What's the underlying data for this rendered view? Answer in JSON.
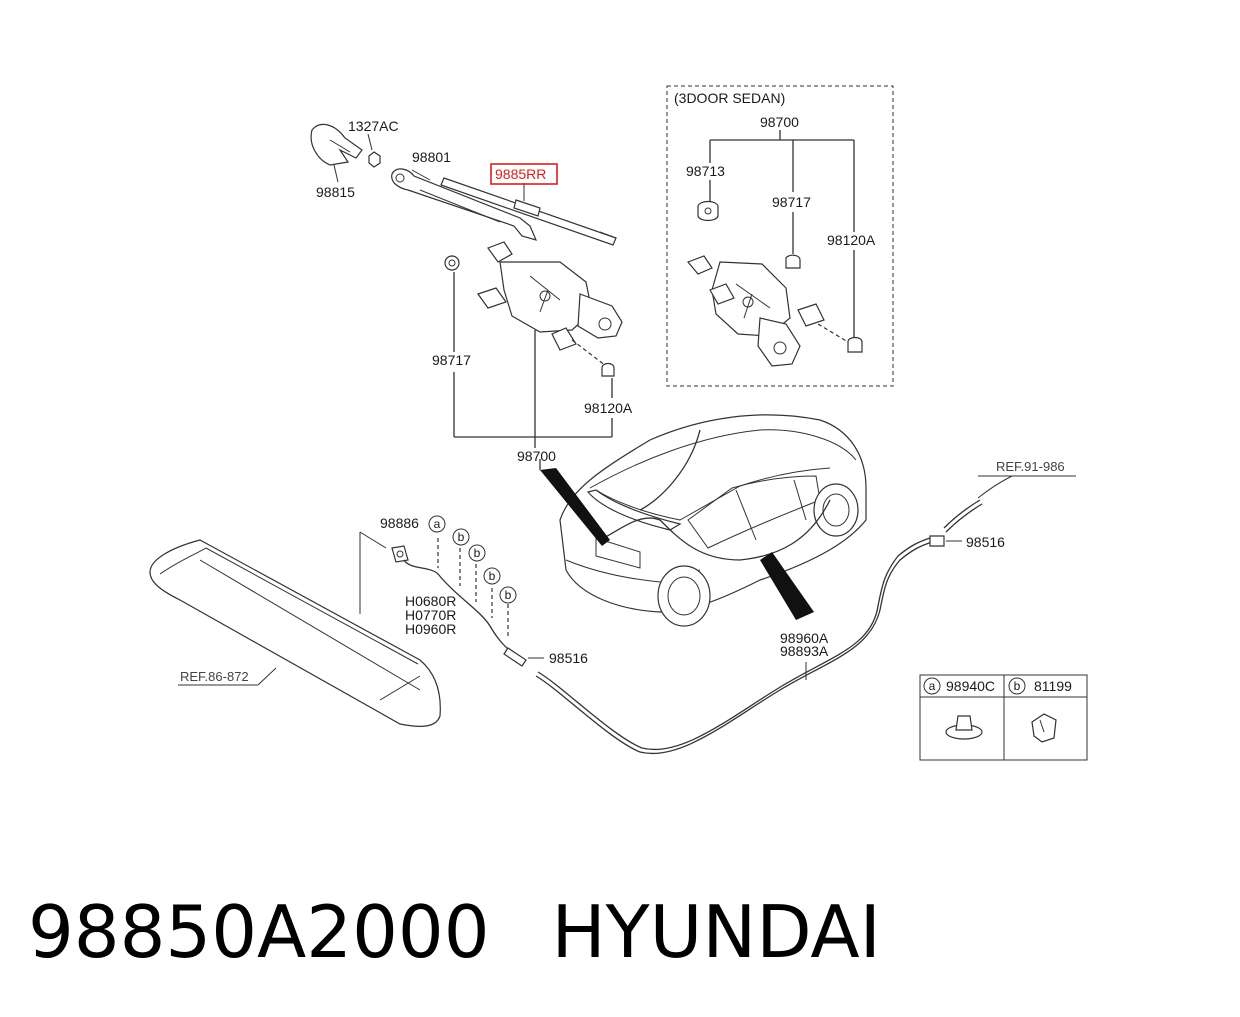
{
  "footer": {
    "part_number": "98850A2000",
    "brand": "HYUNDAI"
  },
  "diagram": {
    "sedan_box_title": "(3DOOR SEDAN)",
    "labels": {
      "p1327ac": "1327AC",
      "p98815": "98815",
      "p98801": "98801",
      "p9885rr": "9885RR",
      "p98717_main": "98717",
      "p98120a_main": "98120A",
      "p98700_main": "98700",
      "p98700_sedan": "98700",
      "p98713": "98713",
      "p98717_sedan": "98717",
      "p98120a_sedan": "98120A",
      "ref91": "REF.91-986",
      "p98516_right": "98516",
      "p98886": "98886",
      "hose1": "H0680R",
      "hose2": "H0770R",
      "hose3": "H0960R",
      "p98516_left": "98516",
      "ref86": "REF.86-872",
      "p98960a": "98960A",
      "p98893a": "98893A"
    },
    "callouts": {
      "a": "a",
      "b": "b"
    },
    "legend": [
      {
        "marker": "a",
        "part": "98940C"
      },
      {
        "marker": "b",
        "part": "81199"
      }
    ],
    "highlight_color": "#d62020"
  }
}
